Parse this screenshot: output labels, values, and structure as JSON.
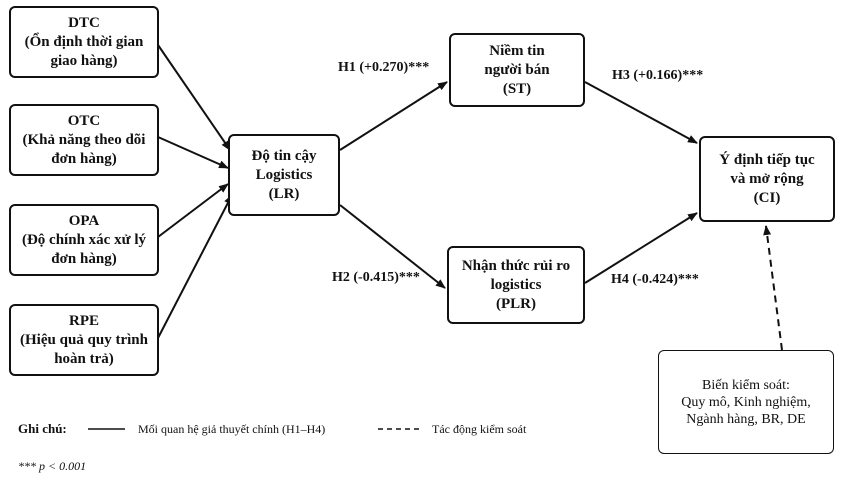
{
  "boxes": {
    "dtc": {
      "l1": "DTC",
      "l2": "(Ổn định thời gian",
      "l3": "giao hàng)"
    },
    "otc": {
      "l1": "OTC",
      "l2": "(Khả năng theo dõi",
      "l3": "đơn hàng)"
    },
    "opa": {
      "l1": "OPA",
      "l2": "(Độ chính xác xử lý",
      "l3": "đơn hàng)"
    },
    "rpe": {
      "l1": "RPE",
      "l2": "(Hiệu quả quy trình",
      "l3": "hoàn trả)"
    },
    "lr": {
      "l1": "Độ tin cậy",
      "l2": "Logistics",
      "l3": "(LR)"
    },
    "st": {
      "l1": "Niềm tin",
      "l2": "người bán",
      "l3": "(ST)"
    },
    "plr": {
      "l1": "Nhận thức rủi ro",
      "l2": "logistics",
      "l3": "(PLR)"
    },
    "ci": {
      "l1": "Ý định tiếp tục",
      "l2": "và mở rộng",
      "l3": "(CI)"
    },
    "control": {
      "l1": "Biến kiểm soát:",
      "l2": "Quy mô, Kinh nghiệm,",
      "l3": "Ngành hàng, BR, DE"
    }
  },
  "paths": {
    "h1": "H1 (+0.270)***",
    "h2": "H2 (-0.415)***",
    "h3": "H3 (+0.166)***",
    "h4": "H4 (-0.424)***"
  },
  "legend": {
    "title": "Ghi chú:",
    "solid": "Mối quan hệ giả thuyết chính (H1–H4)",
    "dashed": "Tác động kiểm soát",
    "note": "*** p < 0.001"
  }
}
